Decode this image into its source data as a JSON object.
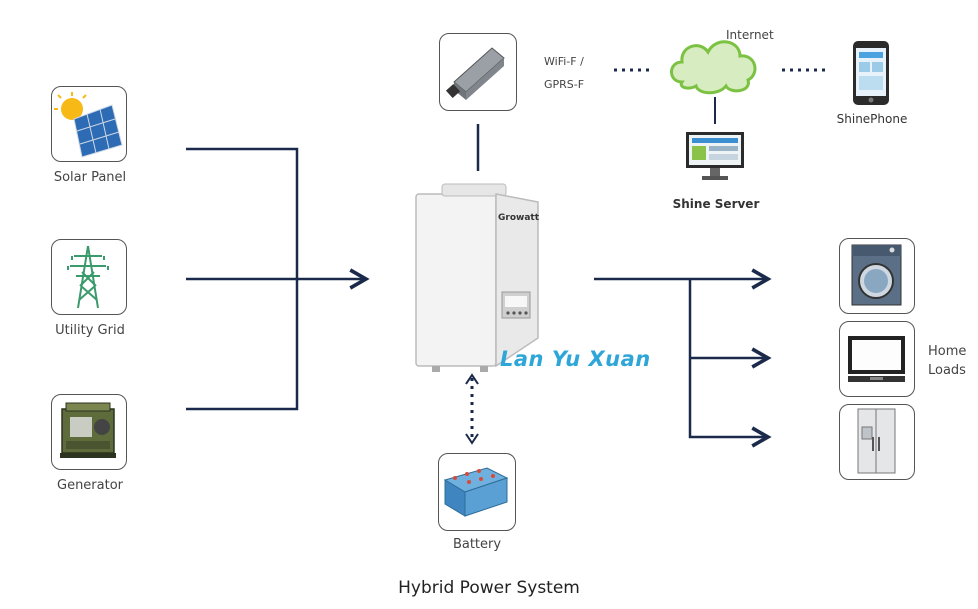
{
  "sources": {
    "solar": {
      "label": "Solar Panel",
      "icon": "solar-panel-icon"
    },
    "grid": {
      "label": "Utility Grid",
      "icon": "power-tower-icon"
    },
    "generator": {
      "label": "Generator",
      "icon": "generator-icon"
    }
  },
  "monitoring": {
    "dongle_label_line1": "WiFi-F /",
    "dongle_label_line2": "GPRS-F",
    "internet_label": "Internet",
    "phone_label": "ShinePhone",
    "server_label": "Shine Server"
  },
  "inverter": {
    "brand": "Growatt",
    "icon": "inverter-icon"
  },
  "battery": {
    "label": "Battery",
    "icon": "battery-icon"
  },
  "loads": {
    "label_line1": "Home",
    "label_line2": "Loads",
    "items": [
      "washing-machine-icon",
      "television-icon",
      "refrigerator-icon"
    ]
  },
  "watermark": "Lan Yu Xuan",
  "caption": "Hybrid Power System",
  "colors": {
    "line": "#1b2a4a",
    "cloud": "#7cc242",
    "watermark": "#2fa6d8"
  }
}
